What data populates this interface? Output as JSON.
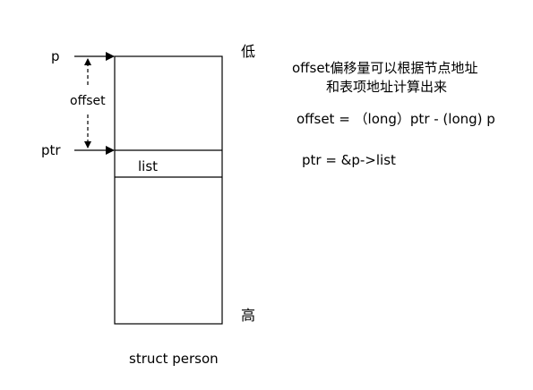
{
  "diagram": {
    "pointer_p": "p",
    "pointer_ptr": "ptr",
    "offset_label": "offset",
    "field_list": "list",
    "low_label": "低",
    "high_label": "高",
    "struct_caption": "struct person"
  },
  "notes": {
    "line1": "offset偏移量可以根据节点地址",
    "line2": "和表项地址计算出来",
    "formula1": "offset = （long）ptr - (long) p",
    "formula2": "ptr = &p->list"
  },
  "colors": {
    "stroke": "#000000",
    "background": "#ffffff"
  }
}
